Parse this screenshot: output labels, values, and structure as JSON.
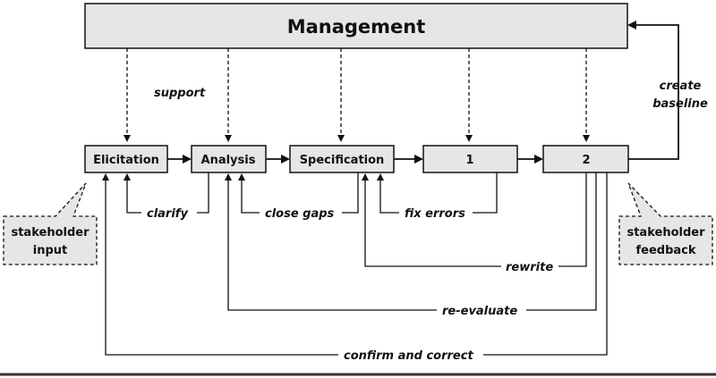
{
  "management": {
    "label": "Management"
  },
  "stages": {
    "elicitation": "Elicitation",
    "analysis": "Analysis",
    "specification": "Specification",
    "s1": "1",
    "s2": "2"
  },
  "flow_labels": {
    "support": "support",
    "create_baseline_1": "create",
    "create_baseline_2": "baseline",
    "clarify": "clarify",
    "close_gaps": "close gaps",
    "fix_errors": "fix errors",
    "rewrite": "rewrite",
    "re_evaluate": "re-evaluate",
    "confirm_and_correct": "confirm and correct"
  },
  "callouts": {
    "stakeholder_input_1": "stakeholder",
    "stakeholder_input_2": "input",
    "stakeholder_feedback_1": "stakeholder",
    "stakeholder_feedback_2": "feedback"
  },
  "colors": {
    "box_fill": "#e6e6e6",
    "stroke": "#111111"
  }
}
